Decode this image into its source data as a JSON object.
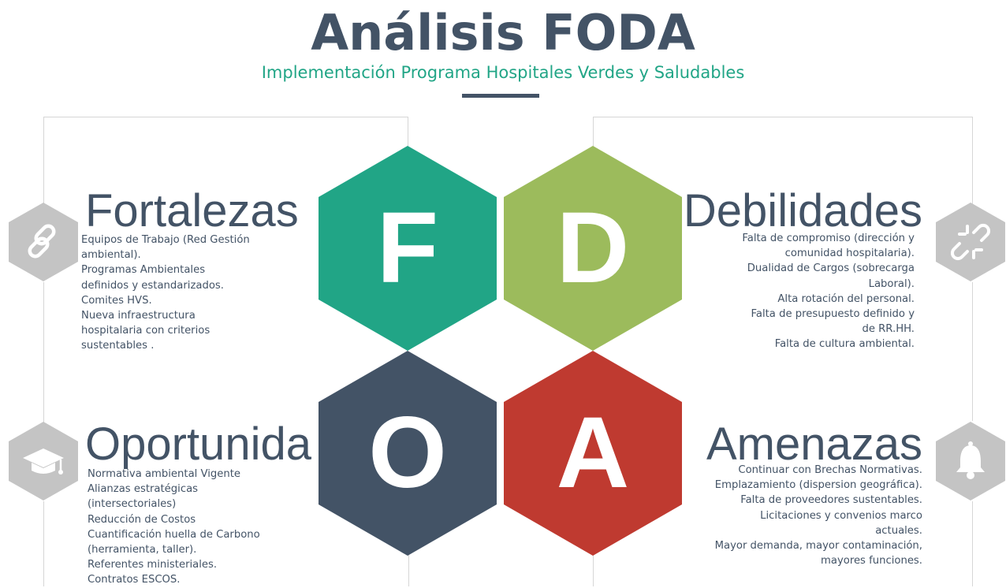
{
  "header": {
    "title": "Análisis FODA",
    "subtitle": "Implementación Programa Hospitales Verdes y Saludables"
  },
  "colors": {
    "fortalezas": "#21a586",
    "debilidades": "#9cbb5c",
    "oportunidades": "#435366",
    "amenazas": "#bf3a30",
    "text": "#435366",
    "icon_hex": "#c4c4c4"
  },
  "hexagons": [
    {
      "letter": "F"
    },
    {
      "letter": "D"
    },
    {
      "letter": "O"
    },
    {
      "letter": "A"
    }
  ],
  "fortalezas": {
    "heading": "Fortalezas",
    "icon": "link-icon",
    "lines": [
      "Equipos de Trabajo (Red Gestión",
      "ambiental).",
      "Programas Ambientales",
      "definidos y estandarizados.",
      "Comites HVS.",
      "Nueva infraestructura",
      "hospitalaria con criterios",
      "sustentables ."
    ]
  },
  "debilidades": {
    "heading": "Debilidades",
    "icon": "broken-link-icon",
    "lines": [
      "Falta de compromiso (dirección y",
      "comunidad hospitalaria).",
      "Dualidad de Cargos (sobrecarga",
      "Laboral).",
      "Alta rotación del personal.",
      "Falta de presupuesto definido y",
      "de RR.HH.",
      "Falta de cultura ambiental."
    ]
  },
  "oportunidades": {
    "heading": "Oportunida",
    "icon": "graduation-cap-icon",
    "lines": [
      "Normativa ambiental Vigente",
      "Alianzas estratégicas",
      "(intersectoriales)",
      "Reducción de Costos",
      "Cuantificación huella de Carbono",
      "(herramienta, taller).",
      "Referentes ministeriales.",
      "Contratos ESCOS."
    ]
  },
  "amenazas": {
    "heading": "Amenazas",
    "icon": "bell-icon",
    "lines": [
      "Continuar con Brechas Normativas.",
      "Emplazamiento (dispersion geográfica).",
      "Falta de proveedores sustentables.",
      "Licitaciones y convenios marco",
      "actuales.",
      "Mayor demanda, mayor contaminación,",
      "mayores funciones."
    ]
  }
}
